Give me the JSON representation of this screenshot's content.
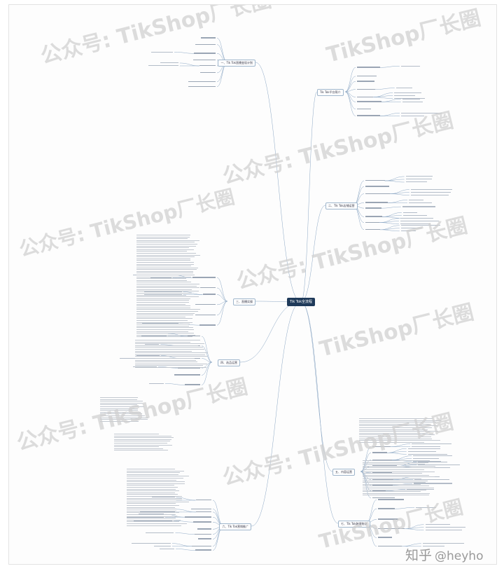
{
  "center_title": "Tik Tok全流程",
  "branches": [
    {
      "key": "b1",
      "label": "一、Tik Tok直播变现计划"
    },
    {
      "key": "b2",
      "label": "Tik Tok平台简介"
    },
    {
      "key": "b3",
      "label": "二、Tik Tok店铺运营"
    },
    {
      "key": "b4",
      "label": "三、直播实操"
    },
    {
      "key": "b5",
      "label": "四、选品运营"
    },
    {
      "key": "b6",
      "label": "五、内容运营"
    },
    {
      "key": "b7",
      "label": "六、Tik Tok营销推广"
    },
    {
      "key": "b8",
      "label": "七、Tik Tok跨境物流"
    }
  ],
  "watermarks": [
    {
      "text": "公众号: TikShop厂长圈"
    },
    {
      "text": "公众号: TikShop厂长圈"
    },
    {
      "text": "公众号: TikShop厂长圈"
    },
    {
      "text": "公众号: TikShop厂长圈"
    },
    {
      "text": "公众号: TikShop厂长圈"
    },
    {
      "text": "公众号: TikShop厂长圈"
    },
    {
      "text": "TikShop厂长圈"
    },
    {
      "text": "TikShop厂长圈"
    },
    {
      "text": "TikShop厂长圈"
    }
  ],
  "credit": {
    "platform": "知乎",
    "user": "@heyho"
  }
}
